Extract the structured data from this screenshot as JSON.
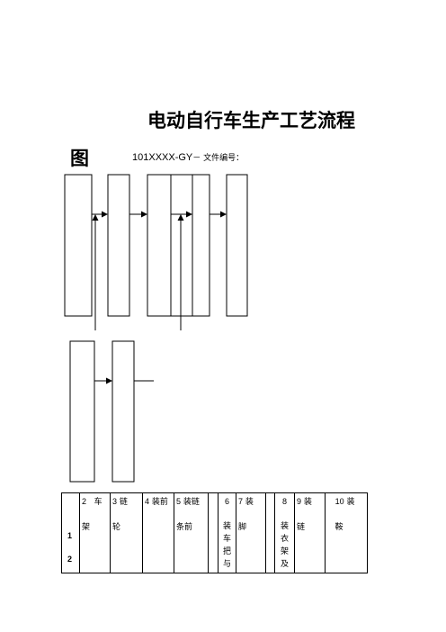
{
  "document": {
    "title": "电动自行车生产工艺流程",
    "title_cont": "图",
    "doc_code": "101XXXX-GY",
    "doc_label": "－ 文件编号："
  },
  "steps": [
    {
      "num": "1",
      "num2": "2"
    },
    {
      "num": "2",
      "text": [
        "车",
        "架"
      ]
    },
    {
      "num": "3",
      "text": [
        "链",
        "轮"
      ]
    },
    {
      "num": "4",
      "text": [
        "装前"
      ]
    },
    {
      "num": "5",
      "text": [
        "装链",
        "条前"
      ]
    },
    {
      "num": ""
    },
    {
      "num": "6",
      "text": [
        "装",
        "车",
        "把",
        "与"
      ]
    },
    {
      "num": "7",
      "text": [
        "装",
        "脚"
      ]
    },
    {
      "num": ""
    },
    {
      "num": "8",
      "text": [
        "装",
        "衣",
        "架",
        "及"
      ]
    },
    {
      "num": "9",
      "text": [
        "装",
        "链"
      ]
    },
    {
      "num": "10",
      "text": [
        "装",
        "鞍"
      ]
    }
  ]
}
